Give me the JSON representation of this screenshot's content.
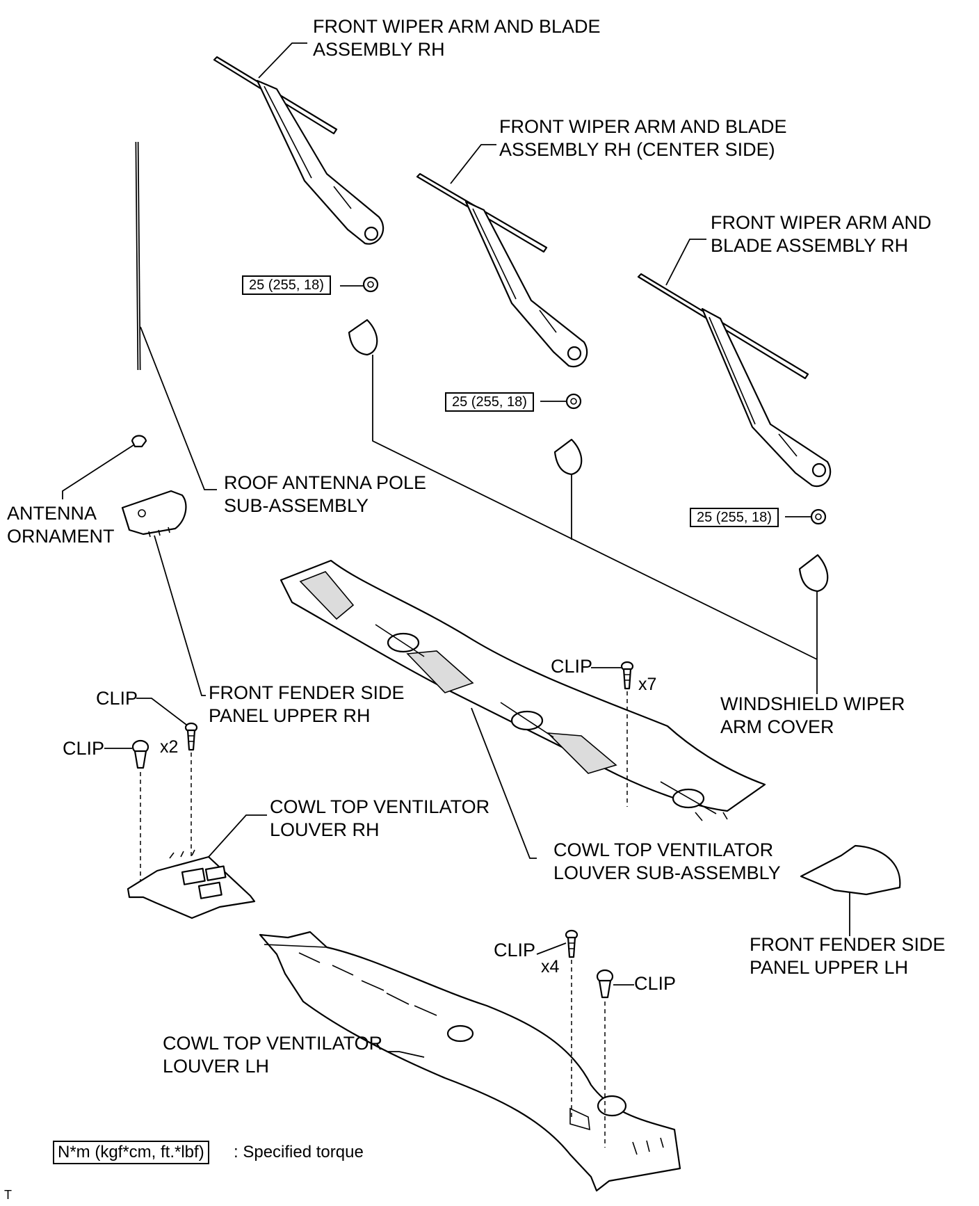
{
  "parts": {
    "wiper_rh_1": [
      "FRONT WIPER ARM AND BLADE",
      "ASSEMBLY RH"
    ],
    "wiper_rh_center": [
      "FRONT WIPER ARM AND BLADE",
      "ASSEMBLY RH (CENTER SIDE)"
    ],
    "wiper_rh_2": [
      "FRONT WIPER ARM AND",
      "BLADE ASSEMBLY RH"
    ],
    "roof_antenna": [
      "ROOF ANTENNA POLE",
      "SUB-ASSEMBLY"
    ],
    "antenna_ornament": [
      "ANTENNA",
      "ORNAMENT"
    ],
    "fender_rh": [
      "FRONT FENDER SIDE",
      "PANEL UPPER RH"
    ],
    "windshield_cover": [
      "WINDSHIELD WIPER",
      "ARM COVER"
    ],
    "cowl_louver_rh": [
      "COWL TOP VENTILATOR",
      "LOUVER RH"
    ],
    "cowl_louver_sub": [
      "COWL TOP VENTILATOR",
      "LOUVER SUB-ASSEMBLY"
    ],
    "fender_lh": [
      "FRONT FENDER SIDE",
      "PANEL UPPER LH"
    ],
    "cowl_louver_lh": [
      "COWL TOP VENTILATOR",
      "LOUVER LH"
    ]
  },
  "clip_label": "CLIP",
  "quantities": {
    "x7": "x7",
    "x2": "x2",
    "x4": "x4"
  },
  "torque_spec": "25 (255, 18)",
  "legend": {
    "unit": "N*m (kgf*cm, ft.*lbf)",
    "text": ": Specified torque"
  },
  "corner_mark": "T"
}
